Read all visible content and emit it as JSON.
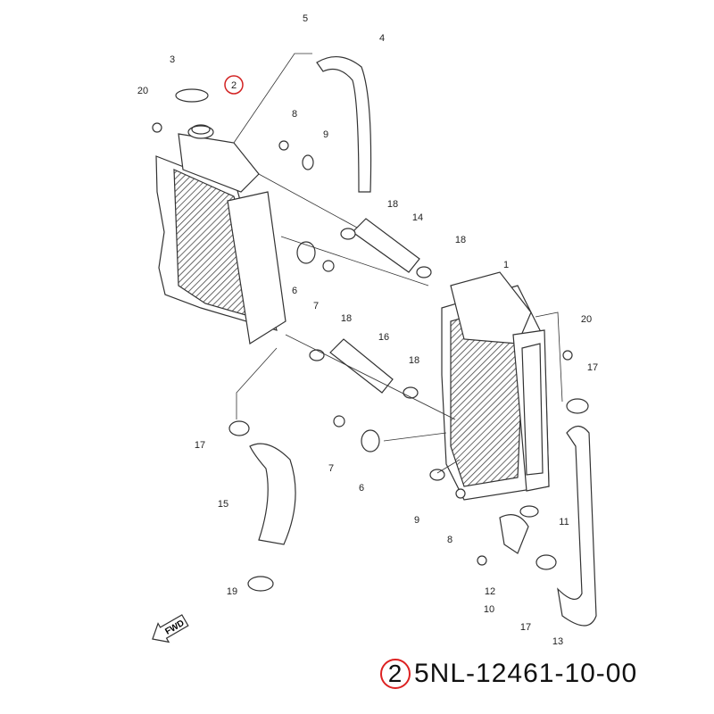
{
  "callouts": [
    "5",
    "4",
    "3",
    "2",
    "20",
    "8",
    "9",
    "18",
    "14",
    "18",
    "1",
    "20",
    "6",
    "7",
    "18",
    "16",
    "17",
    "18",
    "17",
    "15",
    "7",
    "6",
    "11",
    "9",
    "8",
    "12",
    "10",
    "19",
    "17",
    "13"
  ],
  "highlighted_ref": "2",
  "fwd_label": "FWD",
  "caption": {
    "ref": "2",
    "part_number": "5NL-12461-10-00"
  },
  "colors": {
    "highlight": "#d22222",
    "line": "#333333"
  }
}
